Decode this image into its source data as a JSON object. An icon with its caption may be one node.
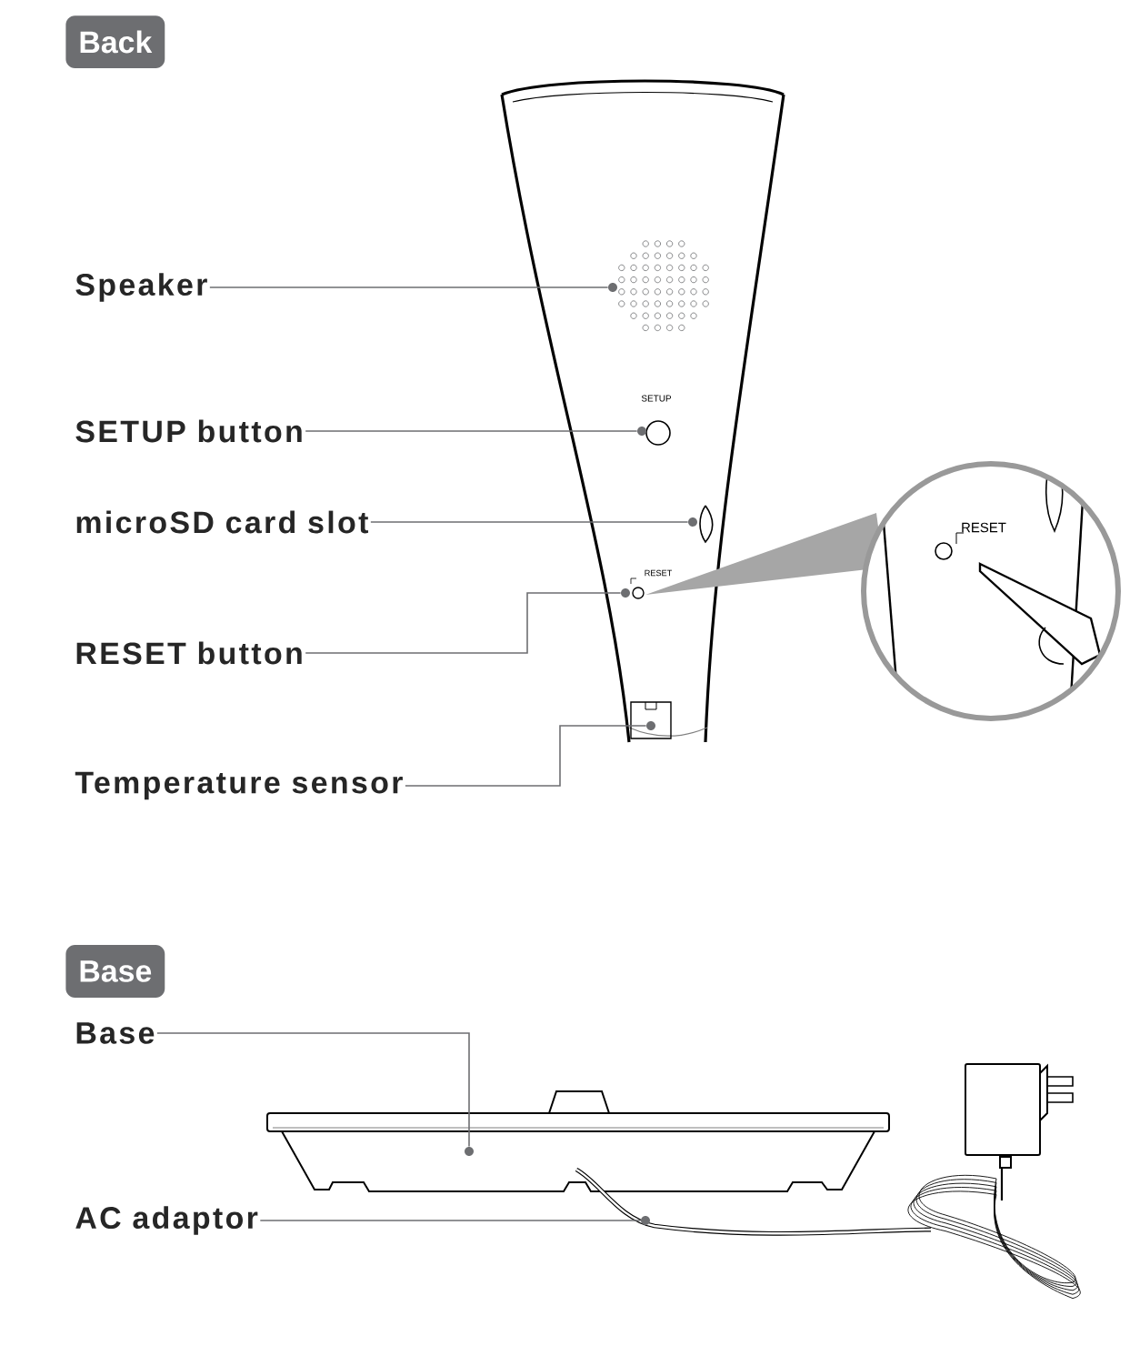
{
  "diagram": {
    "nodes": [
      {
        "text": [
          "Back"
        ]
      },
      {
        "text": [
          "Speaker"
        ]
      },
      {
        "text": [],
        "shape": "circle"
      },
      {
        "text": [
          "SETUP button"
        ]
      },
      {
        "text": [],
        "shape": "circle"
      },
      {
        "text": [
          "microSD card slot"
        ]
      },
      {
        "text": [],
        "shape": "circle"
      },
      {
        "text": [
          "RESET button"
        ]
      },
      {
        "text": [],
        "shape": "circle"
      },
      {
        "text": [
          "Temperature sensor"
        ]
      },
      {
        "text": [],
        "shape": "circle"
      },
      {
        "text": [
          "Base"
        ]
      },
      {
        "text": [
          "Base"
        ]
      },
      {
        "text": [],
        "shape": "circle"
      },
      {
        "text": [
          "AC adaptor"
        ]
      },
      {
        "text": [],
        "shape": "circle"
      }
    ],
    "edges": [
      {
        "from": 1,
        "to": 2,
        "arrow": "none"
      },
      {
        "from": 3,
        "to": 4,
        "arrow": "none"
      },
      {
        "from": 5,
        "to": 6,
        "arrow": "none"
      },
      {
        "from": 7,
        "to": 8,
        "arrow": "none"
      },
      {
        "from": 9,
        "to": 10,
        "arrow": "none"
      },
      {
        "from": 12,
        "to": 13,
        "arrow": "none"
      },
      {
        "from": 14,
        "to": 15,
        "arrow": "none"
      }
    ],
    "labels": [
      "SETUP",
      "RESET",
      "RESET"
    ]
  }
}
